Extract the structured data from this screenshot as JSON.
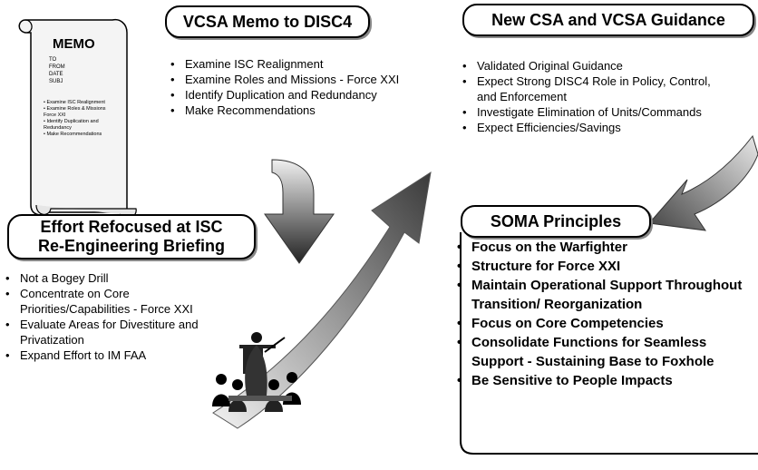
{
  "memo": {
    "title": "MEMO",
    "header_lines": [
      "TO",
      "FROM",
      "DATE",
      "SUBJ"
    ],
    "items": [
      "• Examine ISC Realignment",
      "• Examine Roles & Missions",
      "Force XXI",
      "• Identify Duplication and",
      "Redundancy",
      "• Make Recommendations"
    ]
  },
  "vcsa_memo": {
    "title": "VCSA Memo to DISC4",
    "items": [
      "Examine ISC Realignment",
      "Examine Roles and Missions - Force XXI",
      "Identify Duplication and Redundancy",
      "Make Recommendations"
    ]
  },
  "guidance": {
    "title": "New CSA and VCSA Guidance",
    "items": [
      "Validated Original Guidance",
      "Expect Strong DISC4 Role in Policy, Control, and Enforcement",
      "Investigate Elimination of Units/Commands",
      "Expect Efficiencies/Savings"
    ]
  },
  "effort": {
    "title_line1": "Effort Refocused at ISC",
    "title_line2": "Re-Engineering Briefing",
    "items": [
      "Not a Bogey Drill",
      "Concentrate on Core Priorities/Capabilities - Force XXI",
      "Evaluate Areas for Divestiture and Privatization",
      "Expand Effort to IM FAA"
    ]
  },
  "soma": {
    "title": "SOMA Principles",
    "items": [
      "Focus on the Warfighter",
      "Structure for Force XXI",
      "Maintain Operational Support Throughout Transition/ Reorganization",
      "Focus on Core Competencies",
      "Consolidate Functions for Seamless Support - Sustaining Base to Foxhole",
      "Be Sensitive to People Impacts"
    ]
  }
}
